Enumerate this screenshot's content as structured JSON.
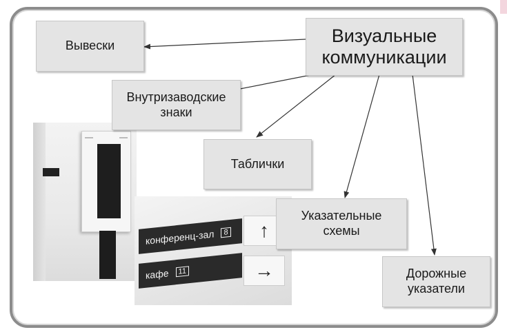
{
  "diagram": {
    "main": "Визуальные\nкоммуникации",
    "nodes": {
      "signs": "Вывески",
      "inner": "Внутризаводские\nзнаки",
      "plates": "Таблички",
      "pointers": "Указательные\nсхемы",
      "road": "Дорожные\nуказатели"
    }
  },
  "photo_wall": {
    "row1_text": "конференц-зал",
    "row1_num": "8",
    "row1_arrow": "↑",
    "row2_text": "кафе",
    "row2_num": "11",
    "row2_arrow": "→"
  },
  "colors": {
    "box_fill": "#e4e4e4",
    "frame": "#8c8c8c",
    "arrow": "#333333"
  }
}
